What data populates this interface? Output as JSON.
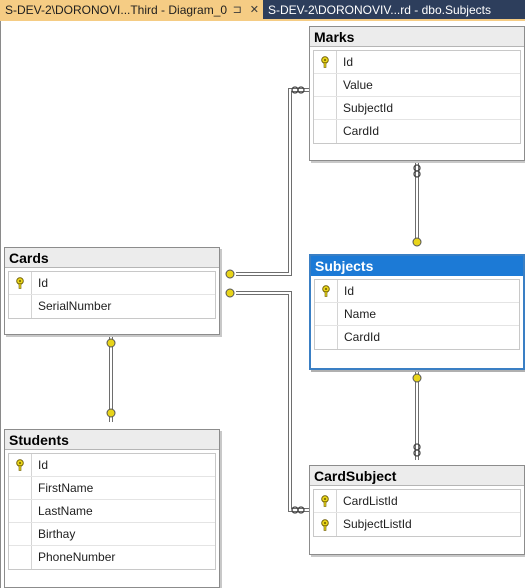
{
  "tabs": [
    {
      "title": "S-DEV-2\\DORONOVI...Third - Diagram_0*",
      "pin": "⊐",
      "close": "✕"
    },
    {
      "title": "S-DEV-2\\DORONOVIV...rd - dbo.Subjects"
    }
  ],
  "tables": {
    "marks": {
      "name": "Marks",
      "columns": [
        "Id",
        "Value",
        "SubjectId",
        "CardId"
      ]
    },
    "cards": {
      "name": "Cards",
      "columns": [
        "Id",
        "SerialNumber"
      ]
    },
    "subjects": {
      "name": "Subjects",
      "columns": [
        "Id",
        "Name",
        "CardId"
      ]
    },
    "students": {
      "name": "Students",
      "columns": [
        "Id",
        "FirstName",
        "LastName",
        "Birthay",
        "PhoneNumber"
      ]
    },
    "cardsubject": {
      "name": "CardSubject",
      "columns": [
        "CardListId",
        "SubjectListId"
      ]
    }
  },
  "colors": {
    "selected_header": "#1c7ad6",
    "key_icon": "#e8d41a",
    "tab_active": "#f5cc84",
    "tab_bar": "#2d3e5c"
  },
  "icons": {
    "primary_key": "key-icon"
  }
}
